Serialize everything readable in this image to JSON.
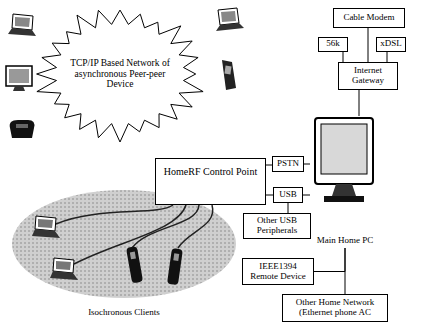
{
  "diagram": {
    "nodes": [
      {
        "text": [
          "TCP/IP Based Network of asynchronous Peer-peer Device"
        ]
      },
      {
        "text": [
          "Cable Modem"
        ]
      },
      {
        "text": [
          "56k"
        ]
      },
      {
        "text": [
          "xDSL"
        ]
      },
      {
        "text": [
          "Internet Gateway"
        ]
      },
      {
        "text": [
          "HomeRF Control Point"
        ]
      },
      {
        "text": [
          "PSTN"
        ]
      },
      {
        "text": [
          "USB"
        ]
      },
      {
        "text": [
          "Other USB Peripherals"
        ]
      },
      {
        "text": [
          "Main Home PC"
        ]
      },
      {
        "text": [
          "IEEE1394 Remote Device"
        ]
      },
      {
        "text": [
          "Isochronous Clients"
        ]
      },
      {
        "text": [
          "Other Home Network (Ethernet phone AC"
        ]
      }
    ],
    "edges": [
      {
        "from": 1,
        "to": 4,
        "arrow": "none"
      },
      {
        "from": 2,
        "to": 4,
        "arrow": "none"
      },
      {
        "from": 3,
        "to": 4,
        "arrow": "none"
      },
      {
        "from": 4,
        "to": 9,
        "arrow": "none"
      },
      {
        "from": 5,
        "to": 6,
        "arrow": "none"
      },
      {
        "from": 6,
        "to": 9,
        "arrow": "none"
      },
      {
        "from": 5,
        "to": 7,
        "arrow": "none"
      },
      {
        "from": 7,
        "to": 9,
        "arrow": "none"
      },
      {
        "from": 7,
        "to": 8,
        "arrow": "none"
      },
      {
        "from": 9,
        "to": 10,
        "arrow": "none"
      },
      {
        "from": 9,
        "to": 12,
        "arrow": "none"
      }
    ]
  }
}
